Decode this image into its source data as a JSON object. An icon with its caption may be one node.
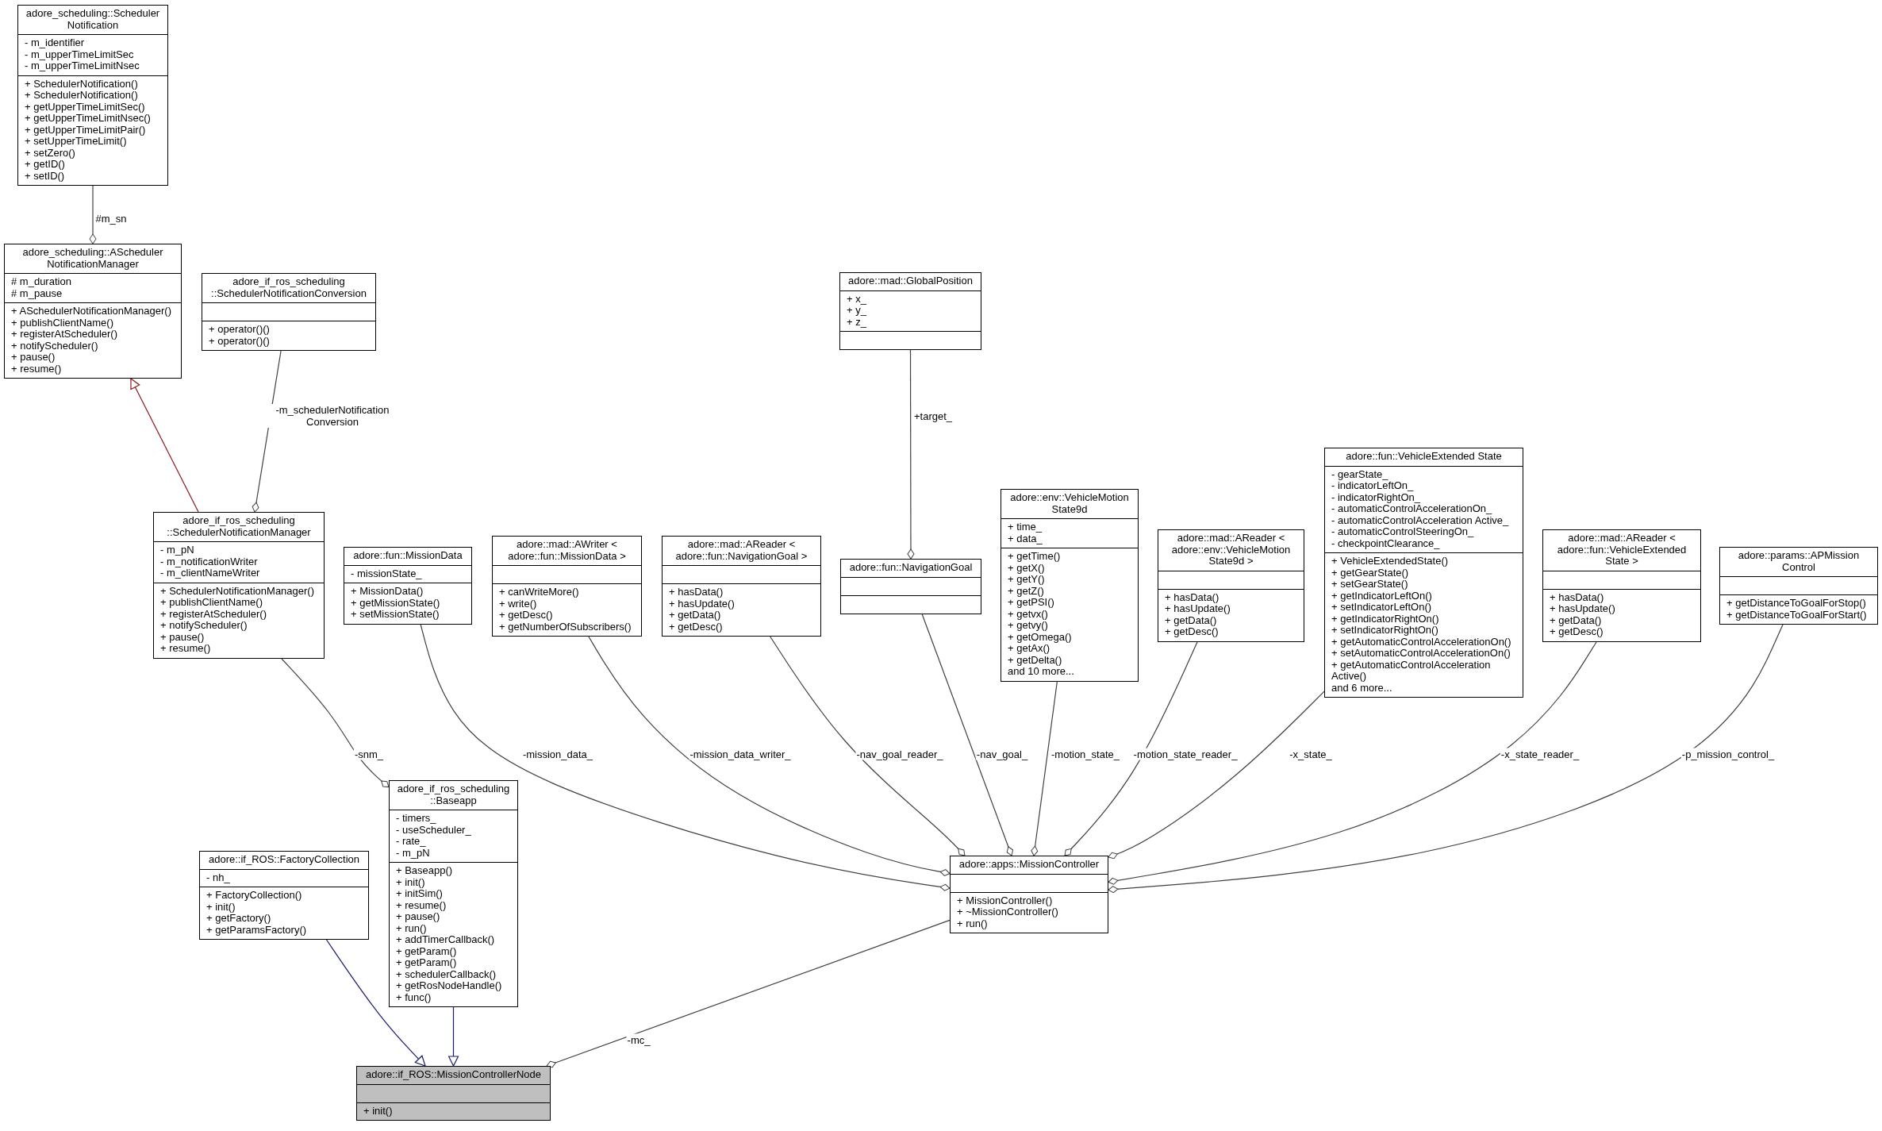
{
  "diagram": {
    "nodes": [
      {
        "text": [
          "adore_scheduling::Scheduler Notification",
          "- m_identifier",
          "- m_upperTimeLimitSec",
          "- m_upperTimeLimitNsec",
          "+ SchedulerNotification()",
          "+ SchedulerNotification()",
          "+ getUpperTimeLimitSec()",
          "+ getUpperTimeLimitNsec()",
          "+ getUpperTimeLimitPair()",
          "+ setUpperTimeLimit()",
          "+ setZero()",
          "+ getID()",
          "+ setID()"
        ]
      },
      {
        "text": [
          "adore_scheduling::AScheduler NotificationManager",
          "# m_duration",
          "# m_pause",
          "+ ASchedulerNotificationManager()",
          "+ publishClientName()",
          "+ registerAtScheduler()",
          "+ notifyScheduler()",
          "+ pause()",
          "+ resume()"
        ]
      },
      {
        "text": [
          "adore_if_ros_scheduling ::SchedulerNotificationConversion",
          "+ operator()()",
          "+ operator()()"
        ]
      },
      {
        "text": [
          "adore_if_ros_scheduling ::SchedulerNotificationManager",
          "- m_pN",
          "- m_notificationWriter",
          "- m_clientNameWriter",
          "+ SchedulerNotificationManager()",
          "+ publishClientName()",
          "+ registerAtScheduler()",
          "+ notifyScheduler()",
          "+ pause()",
          "+ resume()"
        ]
      },
      {
        "text": [
          "adore::fun::MissionData",
          "- missionState_",
          "+ MissionData()",
          "+ getMissionState()",
          "+ setMissionState()"
        ]
      },
      {
        "text": [
          "adore::mad::AWriter < adore::fun::MissionData >",
          "+ canWriteMore()",
          "+ write()",
          "+ getDesc()",
          "+ getNumberOfSubscribers()"
        ]
      },
      {
        "text": [
          "adore::mad::AReader < adore::fun::NavigationGoal >",
          "+ hasData()",
          "+ hasUpdate()",
          "+ getData()",
          "+ getDesc()"
        ]
      },
      {
        "text": [
          "adore::mad::GlobalPosition",
          "+ x_",
          "+ y_",
          "+ z_"
        ]
      },
      {
        "text": [
          "adore::fun::NavigationGoal"
        ]
      },
      {
        "text": [
          "adore::env::VehicleMotion State9d",
          "+ time_",
          "+ data_",
          "+ getTime()",
          "+ getX()",
          "+ getY()",
          "+ getZ()",
          "+ getPSI()",
          "+ getvx()",
          "+ getvy()",
          "+ getOmega()",
          "+ getAx()",
          "+ getDelta()",
          "and 10 more..."
        ]
      },
      {
        "text": [
          "adore::mad::AReader < adore::env::VehicleMotion State9d >",
          "+ hasData()",
          "+ hasUpdate()",
          "+ getData()",
          "+ getDesc()"
        ]
      },
      {
        "text": [
          "adore::fun::VehicleExtended State",
          "- gearState_",
          "- indicatorLeftOn_",
          "- indicatorRightOn_",
          "- automaticControlAccelerationOn_",
          "- automaticControlAcceleration Active_",
          "- automaticControlSteeringOn_",
          "- checkpointClearance_",
          "+ VehicleExtendedState()",
          "+ getGearState()",
          "+ setGearState()",
          "+ getIndicatorLeftOn()",
          "+ setIndicatorLeftOn()",
          "+ getIndicatorRightOn()",
          "+ setIndicatorRightOn()",
          "+ getAutomaticControlAccelerationOn()",
          "+ setAutomaticControlAccelerationOn()",
          "+ getAutomaticControlAcceleration Active()",
          "and 6 more..."
        ]
      },
      {
        "text": [
          "adore::mad::AReader < adore::fun::VehicleExtended State >",
          "+ hasData()",
          "+ hasUpdate()",
          "+ getData()",
          "+ getDesc()"
        ]
      },
      {
        "text": [
          "adore::params::APMission Control",
          "+ getDistanceToGoalForStop()",
          "+ getDistanceToGoalForStart()"
        ]
      },
      {
        "text": [
          "adore::if_ROS::FactoryCollection",
          "- nh_",
          "+ FactoryCollection()",
          "+ init()",
          "+ getFactory()",
          "+ getParamsFactory()"
        ]
      },
      {
        "text": [
          "adore_if_ros_scheduling ::Baseapp",
          "- timers_",
          "- useScheduler_",
          "- rate_",
          "- m_pN",
          "+ Baseapp()",
          "+ init()",
          "+ initSim()",
          "+ resume()",
          "+ pause()",
          "+ run()",
          "+ addTimerCallback()",
          "+ getParam()",
          "+ getParam()",
          "+ schedulerCallback()",
          "+ getRosNodeHandle()",
          "+ func()"
        ]
      },
      {
        "text": [
          "adore::apps::MissionController",
          "+ MissionController()",
          "+ ~MissionController()",
          "+ run()"
        ]
      },
      {
        "text": [
          "adore::if_ROS::MissionControllerNode",
          "+ init()"
        ]
      }
    ],
    "edges": [
      {
        "from": 0,
        "to": 1,
        "arrow": "other",
        "label": "#m_sn"
      },
      {
        "from": 3,
        "to": 1,
        "arrow": "to",
        "color": "#8b1a1a"
      },
      {
        "from": 2,
        "to": 3,
        "arrow": "other",
        "label": "-m_schedulerNotification Conversion"
      },
      {
        "from": 3,
        "to": 15,
        "arrow": "other",
        "label": "-snm_"
      },
      {
        "from": 4,
        "to": 16,
        "arrow": "other",
        "label": "-mission_data_"
      },
      {
        "from": 5,
        "to": 16,
        "arrow": "other",
        "label": "-mission_data_writer_"
      },
      {
        "from": 6,
        "to": 16,
        "arrow": "other",
        "label": "-nav_goal_reader_"
      },
      {
        "from": 7,
        "to": 8,
        "arrow": "other",
        "label": "+target_"
      },
      {
        "from": 8,
        "to": 16,
        "arrow": "other",
        "label": "-nav_goal_"
      },
      {
        "from": 9,
        "to": 16,
        "arrow": "other",
        "label": "-motion_state_"
      },
      {
        "from": 10,
        "to": 16,
        "arrow": "other",
        "label": "-motion_state_reader_"
      },
      {
        "from": 11,
        "to": 16,
        "arrow": "other",
        "label": "-x_state_"
      },
      {
        "from": 12,
        "to": 16,
        "arrow": "other",
        "label": "-x_state_reader_"
      },
      {
        "from": 13,
        "to": 16,
        "arrow": "other",
        "label": "-p_mission_control_"
      },
      {
        "from": 14,
        "to": 17,
        "arrow": "to",
        "color": "#191970"
      },
      {
        "from": 15,
        "to": 17,
        "arrow": "to",
        "color": "#191970"
      },
      {
        "from": 16,
        "to": 17,
        "arrow": "other",
        "label": "-mc_"
      }
    ]
  }
}
